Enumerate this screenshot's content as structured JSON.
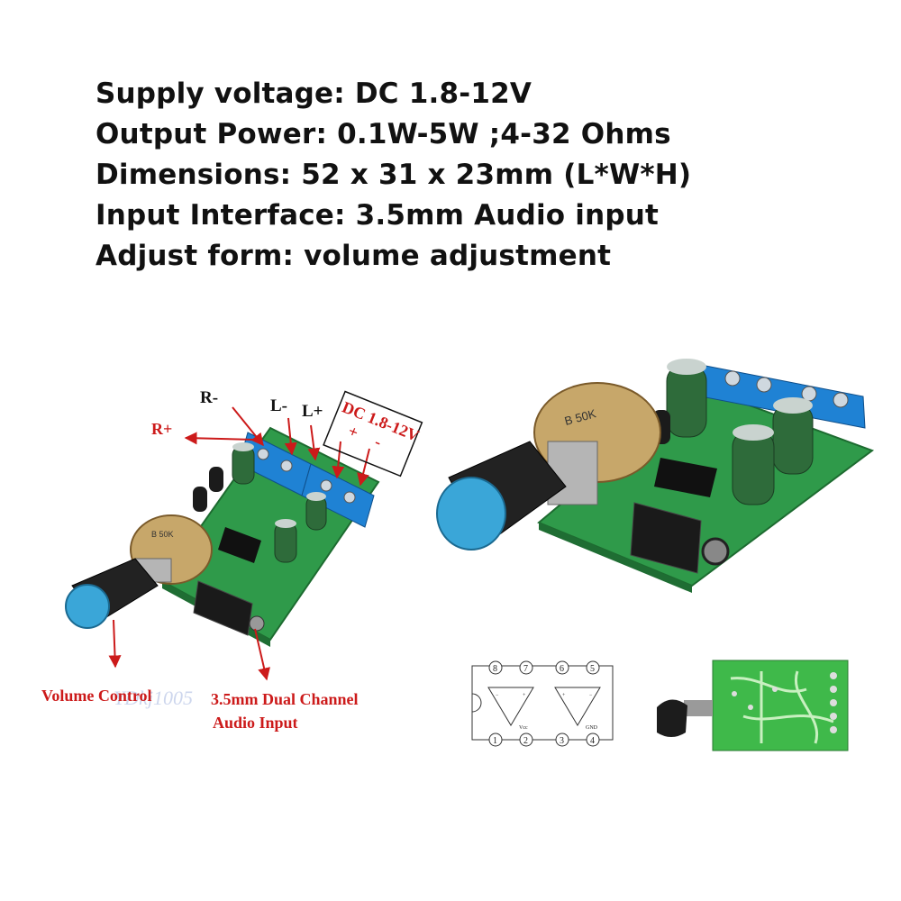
{
  "specs": [
    "Supply voltage: DC 1.8-12V",
    "Output Power: 0.1W-5W ;4-32 Ohms",
    "Dimensions: 52 x 31 x 23mm (L*W*H)",
    "Input Interface: 3.5mm Audio input",
    "Adjust form: volume adjustment"
  ],
  "left_diagram": {
    "r_minus": "R-",
    "r_plus": "R+",
    "l_minus": "L-",
    "l_plus": "L+",
    "dc_label": "DC 1.8-12V",
    "plus_sign": "+",
    "minus_sign": "-",
    "volume_label": "Volume Control",
    "input_label_1": "3.5mm Dual Channel",
    "input_label_2": "Audio Input",
    "pot_label": "B 50K",
    "watermark": "YDkj1005"
  },
  "right_board": {
    "pot_label": "B 50K"
  },
  "pinout": {
    "pins_top": [
      "8",
      "7",
      "6",
      "5"
    ],
    "pins_bottom": [
      "1",
      "2",
      "3",
      "4"
    ],
    "vcc_label": "Vcc",
    "gnd_label": "GND"
  },
  "colors": {
    "pcb_green": "#2f9a4a",
    "terminal_blue": "#1f82d4",
    "knob_blue": "#3aa6d8",
    "label_red": "#cc1a1a"
  }
}
